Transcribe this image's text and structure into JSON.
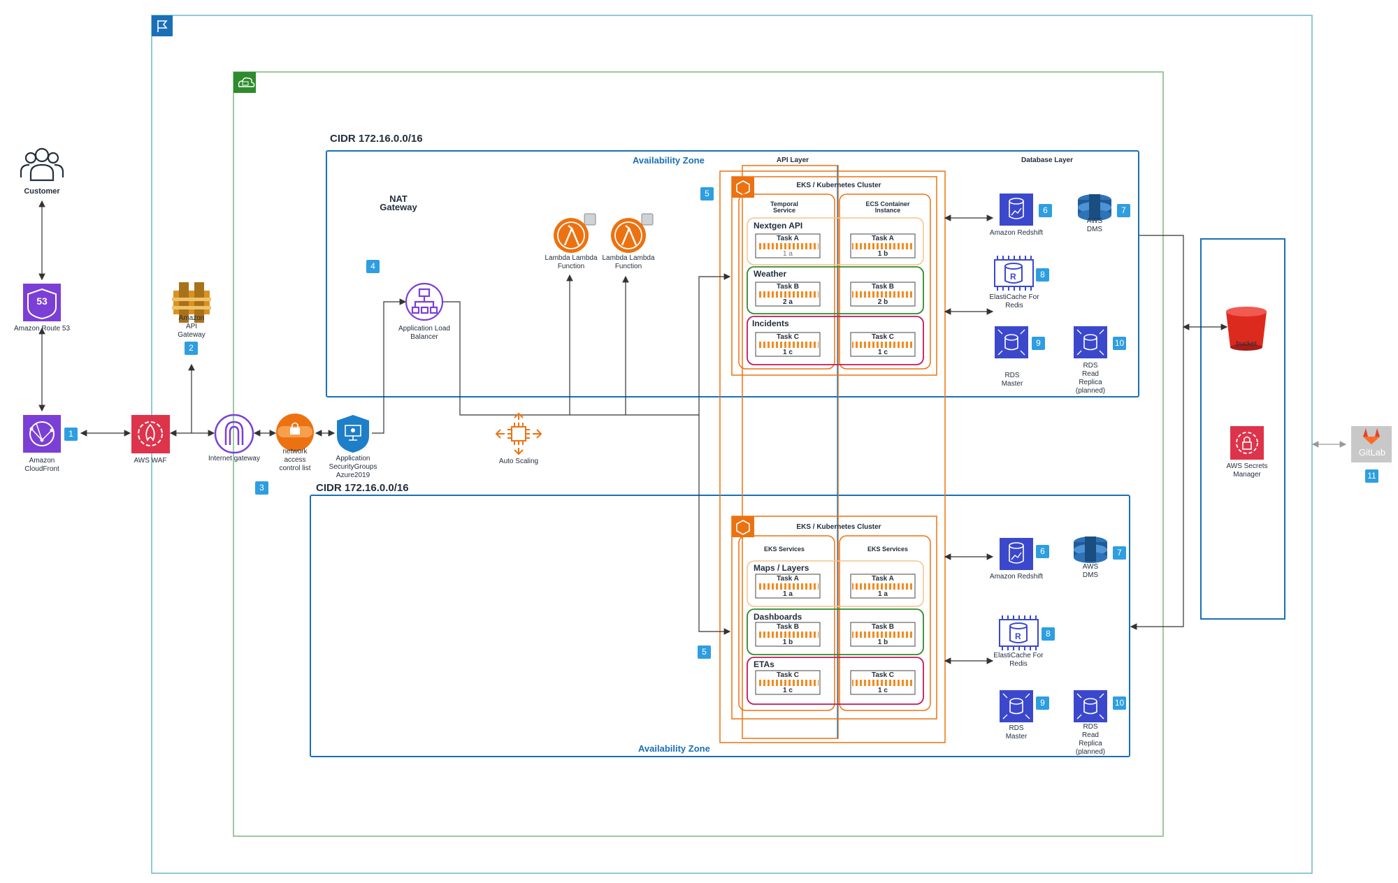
{
  "customer": {
    "label": "Customer"
  },
  "route53": {
    "label": "Amazon Route 53",
    "badge_text": "53"
  },
  "cloudfront": {
    "label_line1": "Amazon",
    "label_line2": "CloudFront",
    "badge": "1"
  },
  "waf": {
    "label": "AWS WAF"
  },
  "api_gateway": {
    "line1": "Amazon",
    "line2": "API",
    "line3": "Gateway",
    "badge": "2"
  },
  "internet_gateway": {
    "label": "Internet gateway"
  },
  "nacl": {
    "line1": "network",
    "line2": "access",
    "line3": "control list"
  },
  "app_sg": {
    "line1": "Application",
    "line2": "SecurityGroups",
    "line3": "Azure2019"
  },
  "badge_3": "3",
  "badge_4": "4",
  "nat": {
    "line1": "NAT",
    "line2": "Gateway"
  },
  "alb": {
    "line1": "Application Load",
    "line2": "Balancer"
  },
  "auto_scaling": {
    "label": "Auto Scaling"
  },
  "lambda1": {
    "line1": "Lambda Lambda",
    "line2": "Function"
  },
  "lambda2": {
    "line1": "Lambda Lambda",
    "line2": "Function"
  },
  "top_zone": {
    "cidr": "CIDR  172.16.0.0/16",
    "az_label": "Availability Zone",
    "api_layer": "API Layer",
    "database_layer": "Database Layer",
    "badge_5": "5",
    "eks_title": "EKS / Kubernetes Cluster",
    "col1_line1": "Temporal",
    "col1_line2": "Service",
    "col2_line1": "ECS Container",
    "col2_line2": "Instance",
    "groups": [
      {
        "title": "Nextgen API",
        "left": {
          "name": "Task A",
          "sub": "1 a"
        },
        "right": {
          "name": "Task A",
          "sub": "1 b"
        }
      },
      {
        "title": "Weather",
        "left": {
          "name": "Task B",
          "sub": "2 a"
        },
        "right": {
          "name": "Task B",
          "sub": "2 b"
        }
      },
      {
        "title": "Incidents",
        "left": {
          "name": "Task C",
          "sub": "1 c"
        },
        "right": {
          "name": "Task C",
          "sub": "1 c"
        }
      }
    ],
    "redshift": "Amazon Redshift",
    "redshift_badge": "6",
    "dms_line1": "AWS",
    "dms_line2": "DMS",
    "dms_badge": "7",
    "elasticache_line1": "ElastiCache For",
    "elasticache_line2": "Redis",
    "elasticache_badge": "8",
    "rds_master_line1": "RDS",
    "rds_master_line2": "Master",
    "rds_master_badge": "9",
    "rds_replica_line1": "RDS",
    "rds_replica_line2": "Read",
    "rds_replica_line3": "Replica",
    "rds_replica_line4": "(planned)",
    "rds_replica_badge": "10"
  },
  "bottom_zone": {
    "cidr": "CIDR  172.16.0.0/16",
    "az_label": "Availability Zone",
    "badge_5": "5",
    "eks_title": "EKS / Kubernetes Cluster",
    "col1": "EKS Services",
    "col2": "EKS Services",
    "groups": [
      {
        "title": "Maps / Layers",
        "left": {
          "name": "Task A",
          "sub": "1 a"
        },
        "right": {
          "name": "Task A",
          "sub": "1 a"
        }
      },
      {
        "title": "Dashboards",
        "left": {
          "name": "Task B",
          "sub": "1 b"
        },
        "right": {
          "name": "Task B",
          "sub": "1 b"
        }
      },
      {
        "title": "ETAs",
        "left": {
          "name": "Task C",
          "sub": "1 c"
        },
        "right": {
          "name": "Task C",
          "sub": "1 c"
        }
      }
    ],
    "redshift": "Amazon Redshift",
    "redshift_badge": "6",
    "dms_line1": "AWS",
    "dms_line2": "DMS",
    "dms_badge": "7",
    "elasticache_line1": "ElastiCache For",
    "elasticache_line2": "Redis",
    "elasticache_badge": "8",
    "rds_master_line1": "RDS",
    "rds_master_line2": "Master",
    "rds_master_badge": "9",
    "rds_replica_line1": "RDS",
    "rds_replica_line2": "Read",
    "rds_replica_line3": "Replica",
    "rds_replica_line4": "(planned)",
    "rds_replica_badge": "10"
  },
  "bucket": {
    "label": "bucket"
  },
  "secrets": {
    "line1": "AWS Secrets",
    "line2": "Manager"
  },
  "gitlab": {
    "label": "GitLab",
    "badge": "11"
  },
  "colors": {
    "aws_blue": "#1a6fb7",
    "vpc_green": "#7fb77e",
    "orange": "#ec7211",
    "purple": "#7b3fd6",
    "red": "#dd344c",
    "badge_blue": "#2e9ee0",
    "green_group": "#2e8b2e",
    "crimson_group": "#c2185b"
  }
}
